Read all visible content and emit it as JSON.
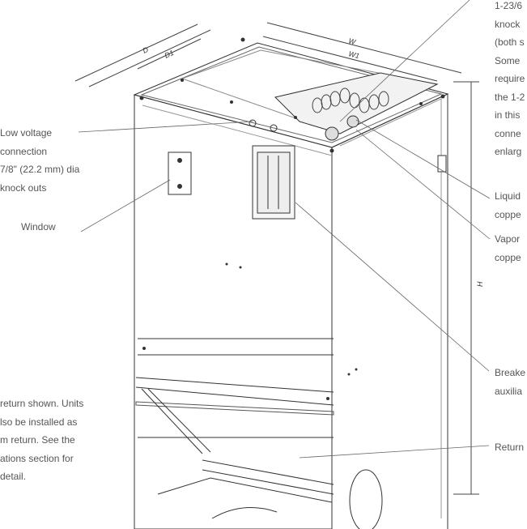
{
  "labels": {
    "low_voltage": [
      "Low voltage",
      "connection",
      "7/8\" (22.2 mm) dia",
      "knock outs"
    ],
    "window": "Window",
    "return_note": [
      "return shown. Units",
      "lso be installed as",
      "m return. See the",
      "ations section for",
      "detail."
    ],
    "top_right": [
      "1-23/6",
      "knock",
      "(both s",
      "Some",
      "require",
      "the 1-2",
      "in this",
      "conne",
      "enlarg"
    ],
    "liquid": [
      "Liquid",
      "coppe"
    ],
    "vapor": [
      "Vapor",
      "coppe"
    ],
    "breaker": [
      "Breake",
      "auxilia"
    ],
    "return": "Return"
  },
  "dimensions": {
    "d": "D",
    "d1": "D1",
    "w": "W",
    "w1": "W1",
    "h": "H"
  }
}
